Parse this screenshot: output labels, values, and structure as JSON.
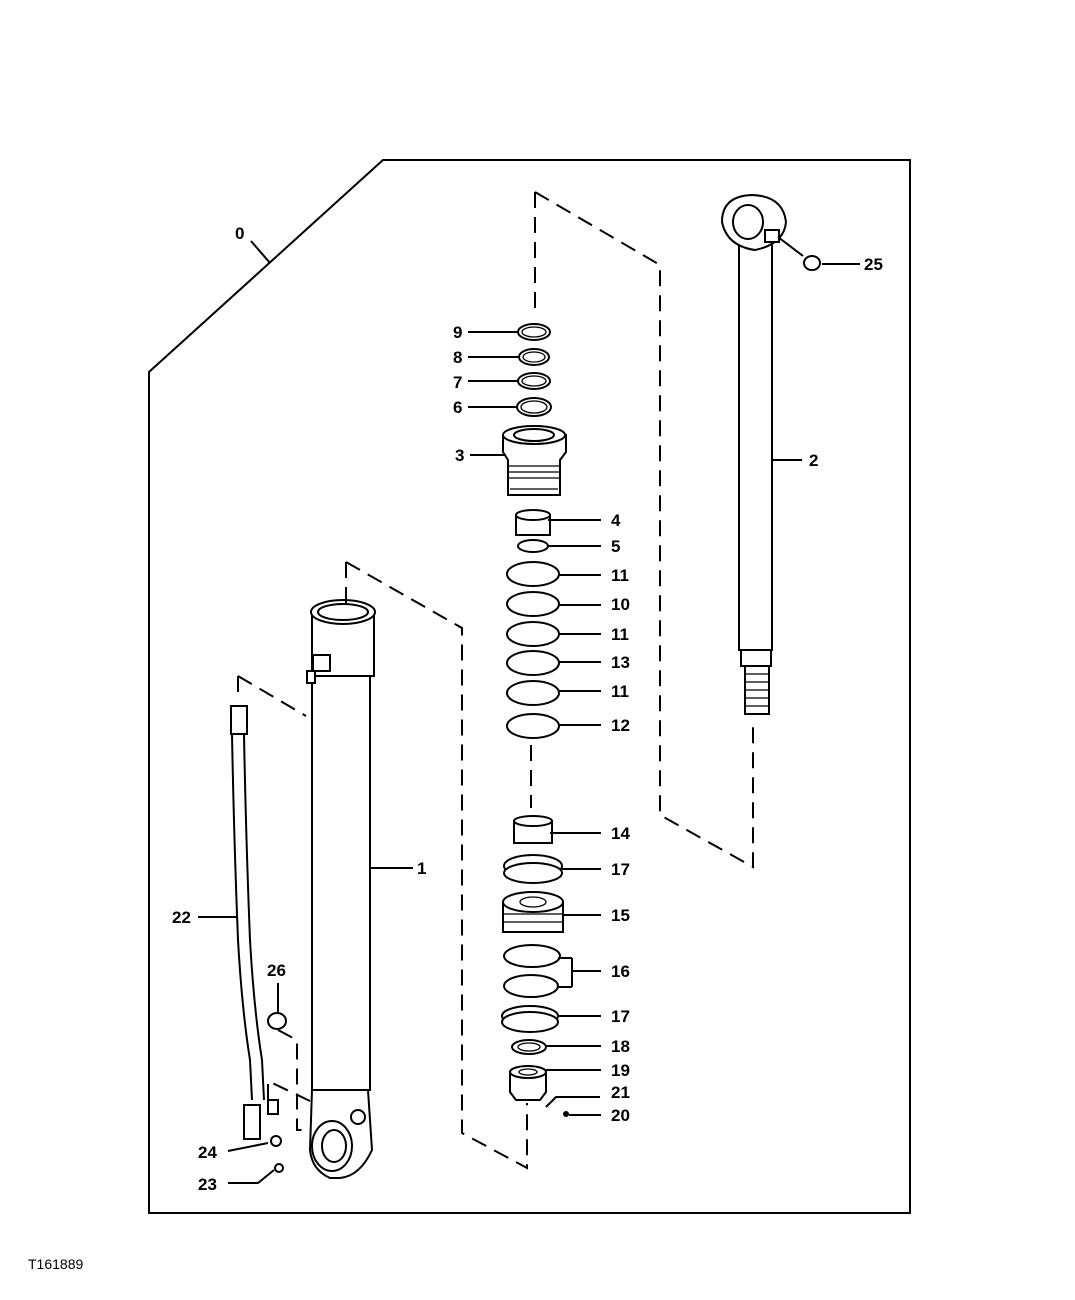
{
  "figure_id": "T161889",
  "callouts": {
    "c0": "0",
    "c1": "1",
    "c2": "2",
    "c3": "3",
    "c4": "4",
    "c5": "5",
    "c6": "6",
    "c7": "7",
    "c8": "8",
    "c9": "9",
    "c10": "10",
    "c11a": "11",
    "c11b": "11",
    "c11c": "11",
    "c12": "12",
    "c13": "13",
    "c14": "14",
    "c15": "15",
    "c16": "16",
    "c17a": "17",
    "c17b": "17",
    "c18": "18",
    "c19": "19",
    "c20": "20",
    "c21": "21",
    "c22": "22",
    "c23": "23",
    "c24": "24",
    "c25": "25",
    "c26": "26"
  }
}
